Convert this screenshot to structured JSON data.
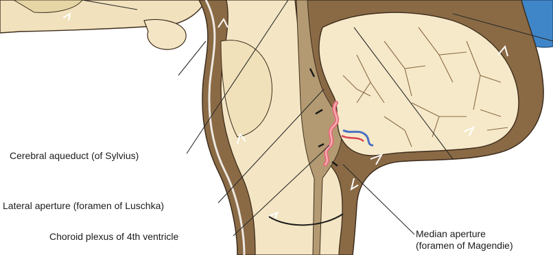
{
  "labels": {
    "aqueduct": "Cerebral aqueduct (of Sylvius)",
    "luschka": "Lateral aperture (foramen of Luschka)",
    "choroid": "Choroid plexus of 4th ventricle",
    "median_line1": "Median aperture",
    "median_line2": "(foramen of Magendie)"
  },
  "colors": {
    "csf_channel": "#8a6a45",
    "brain_tissue": "#f4e6c4",
    "cerebellum": "#f6e9c9",
    "outline": "#3c2c1c",
    "cistern_blue": "#3f86c9",
    "choroid_pink": "#e46f7a",
    "leader_line": "#2a2a2a"
  }
}
